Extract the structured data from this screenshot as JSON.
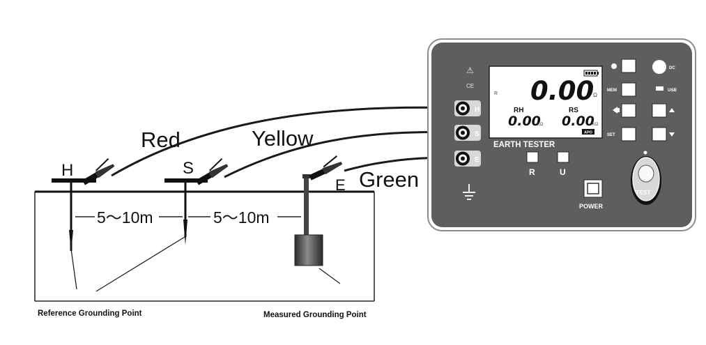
{
  "labels": {
    "wire_red": "Red",
    "wire_yellow": "Yellow",
    "wire_green": "Green",
    "probe_h": "H",
    "probe_s": "S",
    "probe_e": "E",
    "distance_1": "5～10m",
    "distance_2": "5～10m",
    "reference_point": "Reference Grounding Point",
    "measured_point": "Measured Grounding Point"
  },
  "device": {
    "brand": "EARTH TESTER",
    "warning_symbol": "⚠",
    "ce_mark": "CE",
    "terminals": [
      "H",
      "S",
      "E"
    ],
    "lcd": {
      "main_value": "0.00",
      "left_indicator": "R",
      "main_unit": "Ω",
      "rh_label": "RH",
      "rh_value": "0.00",
      "rh_unit": "KΩ",
      "rs_label": "RS",
      "rs_value": "0.00",
      "rs_unit": "KΩ",
      "apo_badge": "APO"
    },
    "buttons": {
      "mem_label": "MEM",
      "set_label": "SET",
      "dc_label": "DC",
      "usb_label": "USB",
      "r_label": "R",
      "u_label": "U",
      "power_label": "POWER",
      "test_label": "TEST"
    }
  },
  "colors": {
    "panel": "#5e5e5e",
    "panel_border": "#9a9a9a",
    "lcd_bg": "#ffffff",
    "ground_line": "#1a1a1a"
  }
}
